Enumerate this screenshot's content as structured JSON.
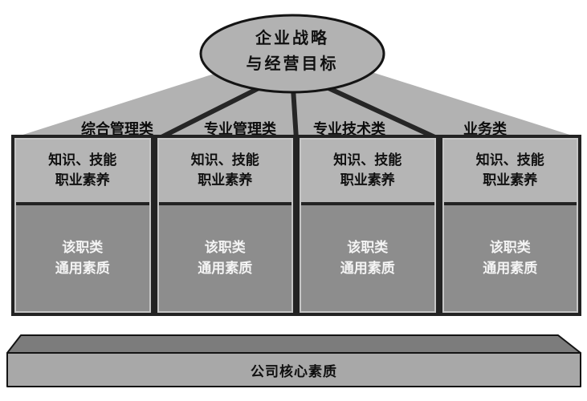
{
  "diagram": {
    "ellipse": {
      "line1": "企业战略",
      "line2": "与经营目标"
    },
    "categories": [
      {
        "label": "综合管理类",
        "upper": {
          "line1": "知识、技能",
          "line2": "职业素养"
        },
        "lower": {
          "line1": "该职类",
          "line2": "通用素质"
        }
      },
      {
        "label": "专业管理类",
        "upper": {
          "line1": "知识、技能",
          "line2": "职业素养"
        },
        "lower": {
          "line1": "该职类",
          "line2": "通用素质"
        }
      },
      {
        "label": "专业技术类",
        "upper": {
          "line1": "知识、技能",
          "line2": "职业素养"
        },
        "lower": {
          "line1": "该职类",
          "line2": "通用素质"
        }
      },
      {
        "label": "业务类",
        "upper": {
          "line1": "知识、技能",
          "line2": "职业素养"
        },
        "lower": {
          "line1": "该职类",
          "line2": "通用素质"
        }
      }
    ],
    "base": {
      "label": "公司核心素质"
    },
    "colors": {
      "background": "#ffffff",
      "fan_fill": "#b2b2b2",
      "ellipse_fill": "#b2b2b2",
      "upper_box_fill": "#b5b5b5",
      "lower_box_fill": "#8d8d8d",
      "frame_dark": "#232323",
      "inner_light_border": "#c6c6c6",
      "slab_front": "#a8a8a8",
      "slab_top": "#7c7c7c",
      "outline": "#141414",
      "upper_text": "#101010",
      "lower_text": "#f4f4f4"
    }
  }
}
